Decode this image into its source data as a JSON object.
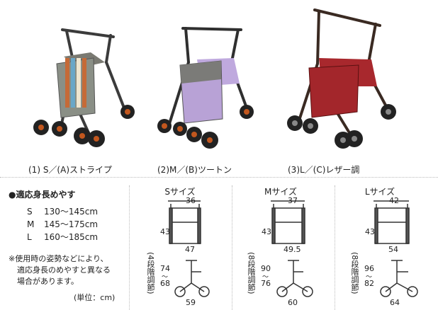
{
  "products": [
    {
      "caption": "(1) S／(A)ストライプ",
      "bag_color": "#8a8f86",
      "frame_color": "#3b3b3b",
      "seat_color": "#7a7a72"
    },
    {
      "caption": "(2)M／(B)ツートン",
      "bag_color": "#b8a2d6",
      "frame_color": "#2f2f2f",
      "seat_color": "#bfa9de"
    },
    {
      "caption": "(3)L／(C)レザー調",
      "bag_color": "#a3262b",
      "frame_color": "#3a2a22",
      "seat_color": "#a8282d"
    }
  ],
  "legend": {
    "title": "●適応身長めやす",
    "rows": [
      {
        "size": "S",
        "range": "130〜145cm"
      },
      {
        "size": "M",
        "range": "145〜175cm"
      },
      {
        "size": "L",
        "range": "160〜185cm"
      }
    ],
    "note_lines": [
      "※使用時の姿勢などにより、",
      "適応身長のめやすと異なる",
      "場合があります。"
    ],
    "unit": "(単位：cm)"
  },
  "sizes": [
    {
      "title": "Sサイズ",
      "top": "36",
      "height": "43",
      "base": "47",
      "adjust": "(4段階調節)",
      "h_max": "74",
      "h_sep": "〜",
      "h_min": "68",
      "wheel_base": "59"
    },
    {
      "title": "Mサイズ",
      "top": "37",
      "height": "43",
      "base": "49.5",
      "adjust": "(8段階調節)",
      "h_max": "90",
      "h_sep": "〜",
      "h_min": "76",
      "wheel_base": "60"
    },
    {
      "title": "Lサイズ",
      "top": "42",
      "height": "43",
      "base": "54",
      "adjust": "(8段階調節)",
      "h_max": "96",
      "h_sep": "〜",
      "h_min": "82",
      "wheel_base": "64"
    }
  ]
}
